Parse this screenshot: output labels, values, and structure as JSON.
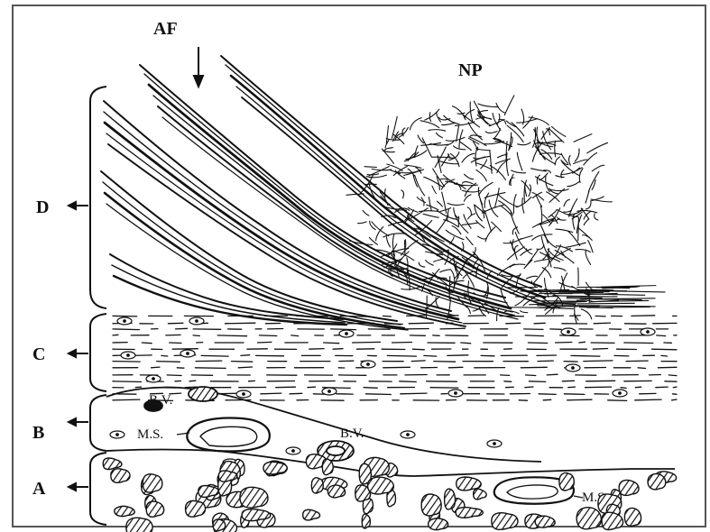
{
  "labels": {
    "af": "AF",
    "np": "NP",
    "zone_d": "D",
    "zone_c": "C",
    "zone_b": "B",
    "zone_a": "A"
  },
  "annotations": {
    "bv_upper": "B.V.",
    "bv_lower": "B.V.",
    "ms_left": "M.S.",
    "ms_right": "M.S."
  },
  "colors": {
    "ink": "#111111",
    "frame": "#555555",
    "background": "#ffffff"
  }
}
